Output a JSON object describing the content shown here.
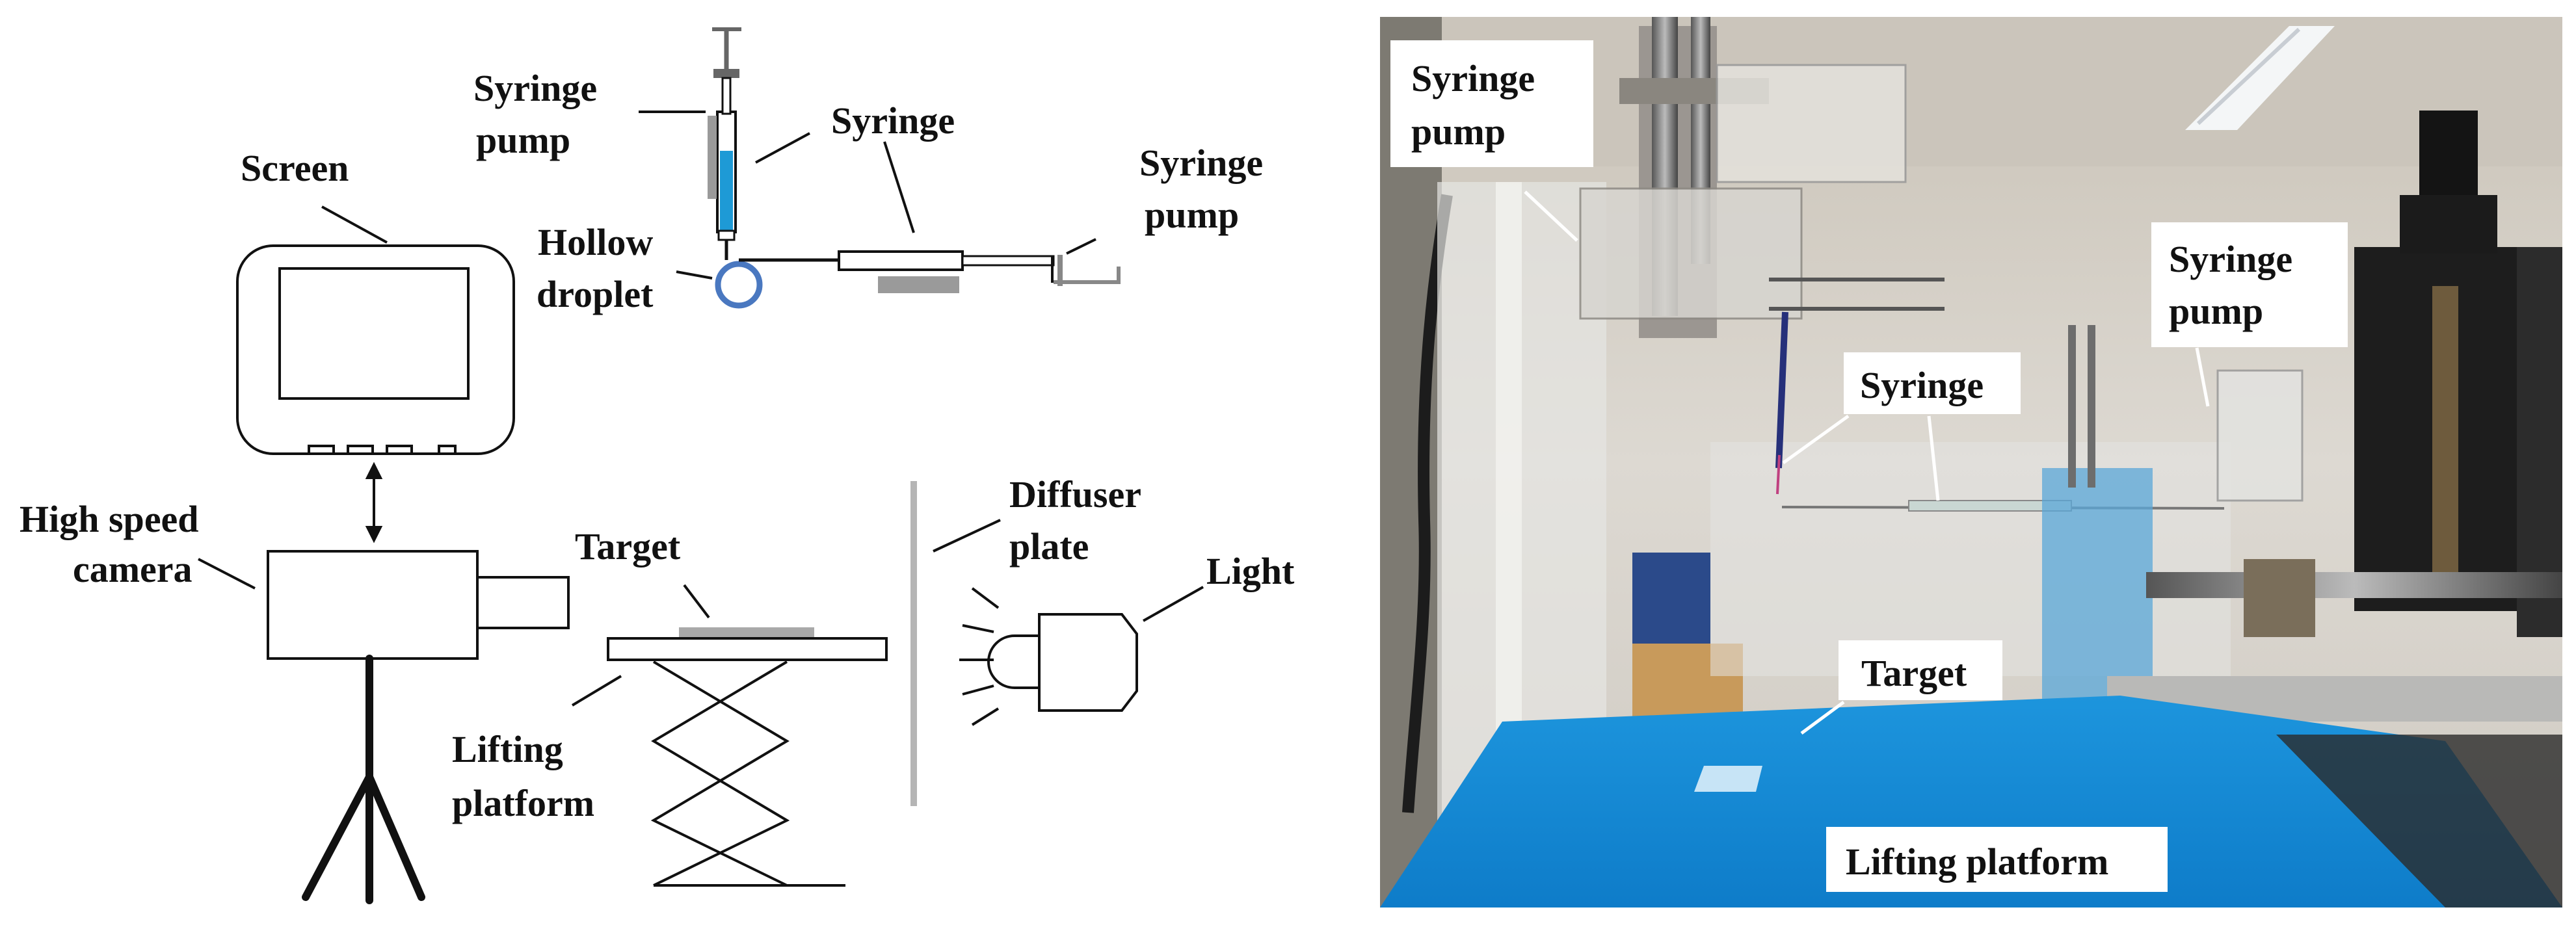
{
  "schematic": {
    "labels": {
      "screen": "Screen",
      "syringe_pump_left_1": "Syringe",
      "syringe_pump_left_2": "pump",
      "syringe": "Syringe",
      "syringe_pump_right_1": "Syringe",
      "syringe_pump_right_2": "pump",
      "hollow_1": "Hollow",
      "hollow_2": "droplet",
      "camera_1": "High speed",
      "camera_2": "camera",
      "target": "Target",
      "diffuser_1": "Diffuser",
      "diffuser_2": "plate",
      "light": "Light",
      "lifting_1": "Lifting",
      "lifting_2": "platform"
    }
  },
  "photo": {
    "labels": {
      "syringe_pump_left_1": "Syringe",
      "syringe_pump_left_2": "pump",
      "syringe_pump_right_1": "Syringe",
      "syringe_pump_right_2": "pump",
      "syringe": "Syringe",
      "target": "Target",
      "lifting_platform": "Lifting platform"
    }
  },
  "colors": {
    "liquid": "#1e9ad6",
    "droplet_ring": "#4a78c0",
    "platform_blue": "#1a8fd8",
    "wall": "#d9d6d0"
  }
}
